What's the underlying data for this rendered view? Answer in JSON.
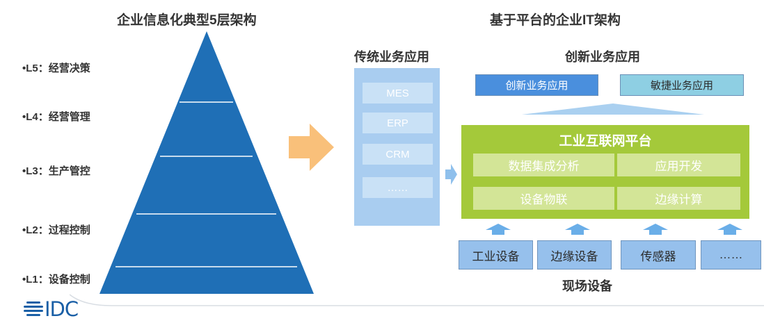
{
  "left": {
    "title": "企业信息化典型5层架构",
    "levels": [
      {
        "label": "•L5：经营决策"
      },
      {
        "label": "•L4：经营管理"
      },
      {
        "label": "•L3：生产管控"
      },
      {
        "label": "•L2：过程控制"
      },
      {
        "label": "•L1：设备控制"
      }
    ]
  },
  "right": {
    "title": "基于平台的企业IT架构",
    "traditional": {
      "title": "传统业务应用",
      "items": [
        "MES",
        "ERP",
        "CRM",
        "……"
      ]
    },
    "innovation": {
      "title": "创新业务应用",
      "boxes": [
        "创新业务应用",
        "敏捷业务应用"
      ]
    },
    "platform": {
      "title": "工业互联网平台",
      "cells": [
        "数据集成分析",
        "应用开发",
        "设备物联",
        "边缘计算"
      ]
    },
    "field": {
      "title": "现场设备",
      "devices": [
        "工业设备",
        "边缘设备",
        "传感器",
        "……"
      ]
    }
  },
  "logo": {
    "text": "IDC"
  },
  "colors": {
    "pyramid": "#1f6fb6",
    "arrow_orange": "#f9c07a",
    "arrow_blue": "#8fc0ec",
    "platform_green": "#a4c93a",
    "platform_cell": "#d3e597",
    "innov_blue": "#4a8fdd",
    "innov_teal": "#8ecfe3",
    "device_blue": "#96c0ec"
  }
}
